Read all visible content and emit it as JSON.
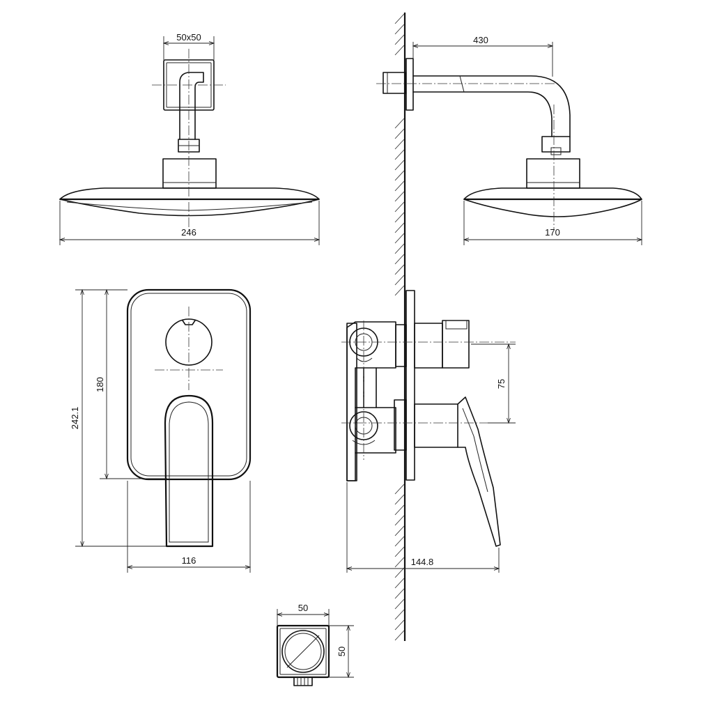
{
  "dimensions": {
    "shower_flange": "50x50",
    "arm_length": "430",
    "head_width": "246",
    "head_depth": "170",
    "plate_height": "242.1",
    "lever_drop": "180",
    "outlet_spacing": "75",
    "plate_width": "116",
    "mixer_projection": "144.8",
    "outlet_width": "50",
    "outlet_height": "50"
  },
  "colors": {
    "line": "#111111",
    "background": "#ffffff"
  }
}
